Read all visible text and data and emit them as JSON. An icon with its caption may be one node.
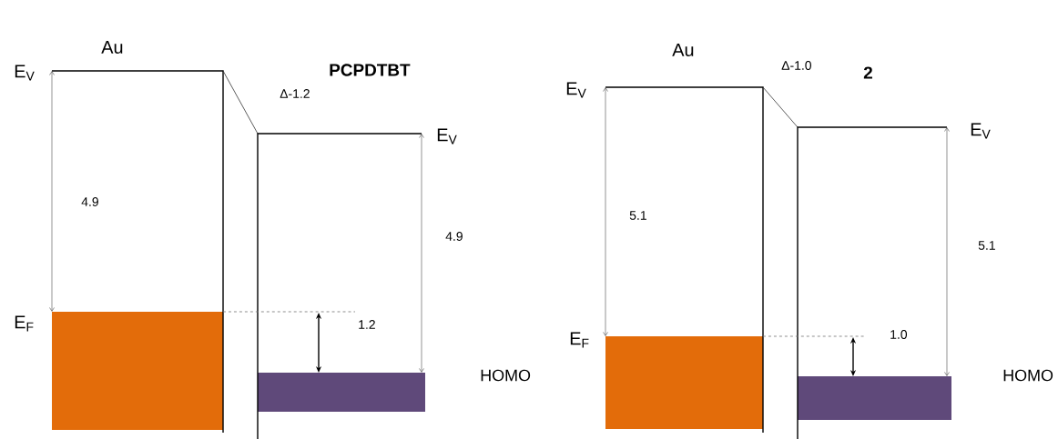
{
  "diagram": {
    "nodes": [
      {
        "text": [],
        "shape": "bar"
      },
      {
        "text": [],
        "shape": "bar"
      },
      {
        "text": [],
        "shape": "bar"
      },
      {
        "text": [],
        "shape": "bar"
      }
    ],
    "labels": [
      "Au",
      "PCPDTBT",
      "E$_{V}$",
      "Δ-1.2",
      "E$_{V}$",
      "4.9",
      "4.9",
      "E$_{F}$",
      "1.2",
      "HOMO",
      "Au",
      "Δ-1.0",
      "2",
      "E$_{V}$",
      "E$_{V}$",
      "5.1",
      "5.1",
      "E$_{F}$",
      "1.0",
      "HOMO"
    ]
  }
}
